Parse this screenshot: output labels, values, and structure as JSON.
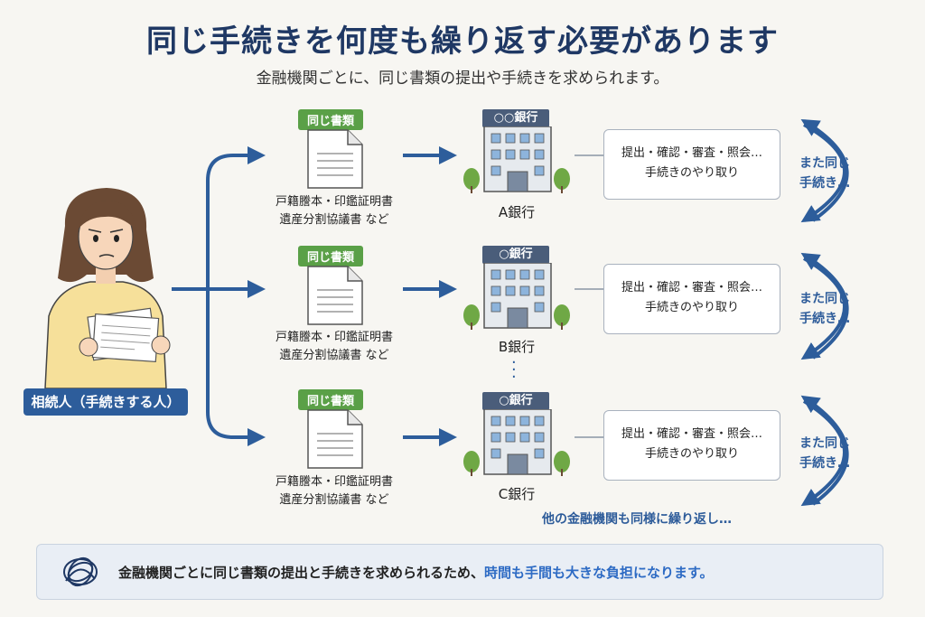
{
  "title": "同じ手続きを何度も繰り返す必要があります",
  "subtitle": "金融機関ごとに、同じ書類の提出や手続きを求められます。",
  "person": {
    "label": "相続人（手続きする人）"
  },
  "rows": [
    {
      "doc_tag": "同じ書類",
      "doc_caption_1": "戸籍謄本・印鑑証明書",
      "doc_caption_2": "遺産分割協議書 など",
      "bank_sign": "○○銀行",
      "bank_name": "A銀行",
      "proc_line_1": "提出・確認・審査・照会…",
      "proc_line_2": "手続きのやり取り",
      "again_1": "また同じ",
      "again_2": "手続き…"
    },
    {
      "doc_tag": "同じ書類",
      "doc_caption_1": "戸籍謄本・印鑑証明書",
      "doc_caption_2": "遺産分割協議書 など",
      "bank_sign": "○銀行",
      "bank_name": "B銀行",
      "proc_line_1": "提出・確認・審査・照会…",
      "proc_line_2": "手続きのやり取り",
      "again_1": "また同じ",
      "again_2": "手続き…"
    },
    {
      "doc_tag": "同じ書類",
      "doc_caption_1": "戸籍謄本・印鑑証明書",
      "doc_caption_2": "遺産分割協議書 など",
      "bank_sign": "○銀行",
      "bank_name": "C銀行",
      "proc_line_1": "提出・確認・審査・照会…",
      "proc_line_2": "手続きのやり取り",
      "again_1": "また同じ",
      "again_2": "手続き…"
    }
  ],
  "other_banks": "他の金融機関も同様に繰り返し…",
  "footer": {
    "text_plain": "金融機関ごとに同じ書類の提出と手続きを求められるため、",
    "text_highlight": "時間も手間も大きな負担になります。"
  },
  "colors": {
    "title": "#1f3864",
    "arrow": "#2d5d9b",
    "doc_tag": "#5aa047",
    "bank_sign": "#4a5d7a",
    "highlight": "#2e6bc4"
  },
  "icons": [
    "person-icon",
    "document-icon",
    "bank-building-icon",
    "cycle-arrow-icon",
    "tangle-icon"
  ]
}
